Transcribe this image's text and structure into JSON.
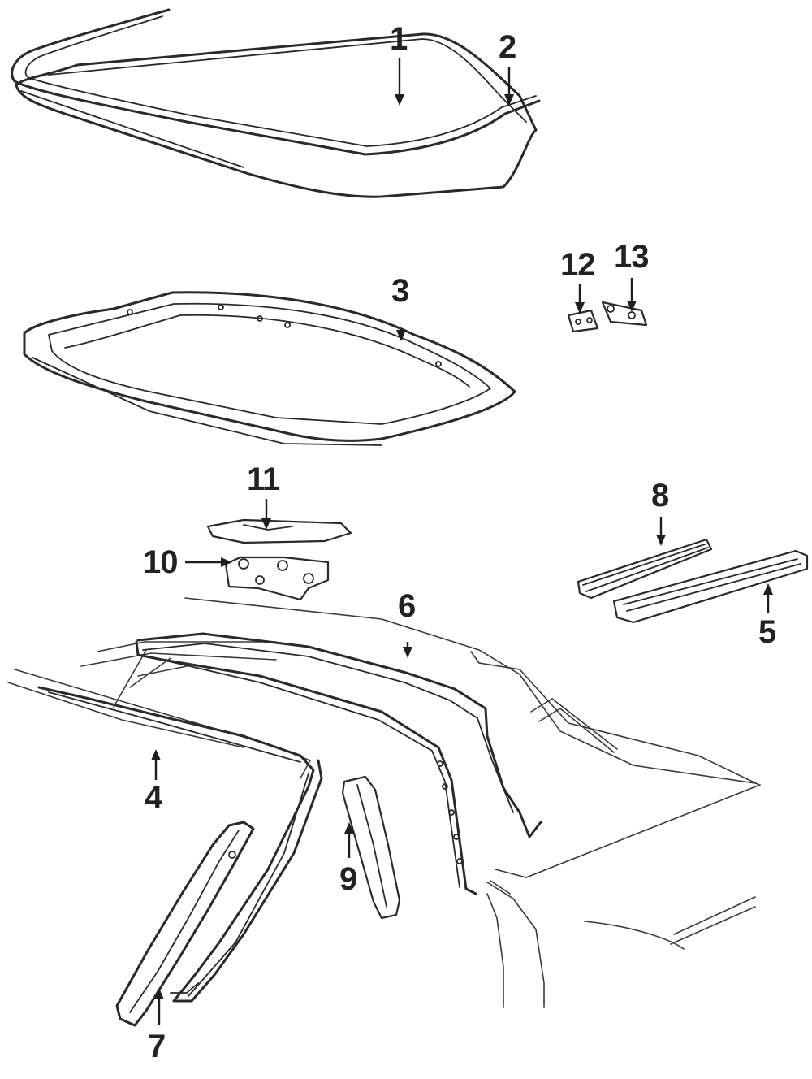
{
  "diagram": {
    "callouts": [
      "1",
      "2",
      "3",
      "4",
      "5",
      "6",
      "7",
      "8",
      "9",
      "10",
      "11",
      "12",
      "13"
    ]
  },
  "colors": {
    "line": "#2a2a2a",
    "background": "#ffffff"
  }
}
